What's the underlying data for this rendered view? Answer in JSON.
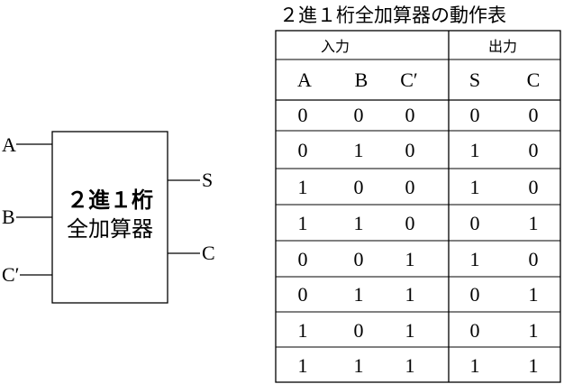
{
  "block": {
    "title_line1": "２進１桁",
    "title_line2": "全加算器",
    "inputs": [
      "A",
      "B",
      "C′"
    ],
    "outputs": [
      "S",
      "C"
    ]
  },
  "table": {
    "title": "２進１桁全加算器の動作表",
    "group_headers": [
      "入力",
      "出力"
    ],
    "column_headers": [
      "A",
      "B",
      "C′",
      "S",
      "C"
    ],
    "rows": [
      [
        "0",
        "0",
        "0",
        "0",
        "0"
      ],
      [
        "0",
        "1",
        "0",
        "1",
        "0"
      ],
      [
        "1",
        "0",
        "0",
        "1",
        "0"
      ],
      [
        "1",
        "1",
        "0",
        "0",
        "1"
      ],
      [
        "0",
        "0",
        "1",
        "1",
        "0"
      ],
      [
        "0",
        "1",
        "1",
        "0",
        "1"
      ],
      [
        "1",
        "0",
        "1",
        "0",
        "1"
      ],
      [
        "1",
        "1",
        "1",
        "1",
        "1"
      ]
    ]
  }
}
